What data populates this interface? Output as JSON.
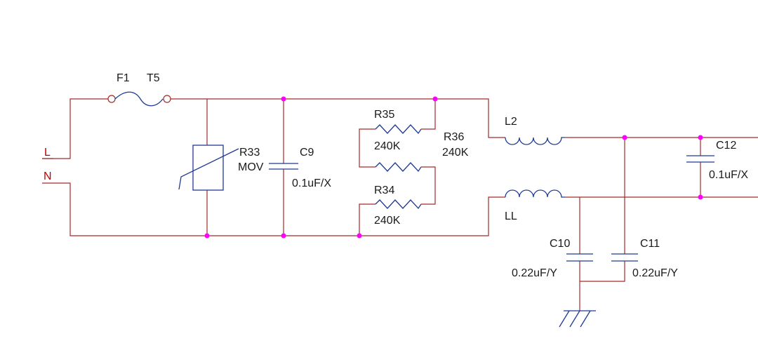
{
  "terminals": {
    "line": "L",
    "neutral": "N"
  },
  "fuse": {
    "ref": "F1",
    "value": "T5"
  },
  "varistor": {
    "ref": "R33",
    "value": "MOV"
  },
  "cap_c9": {
    "ref": "C9",
    "value": "0.1uF/X"
  },
  "res_r35": {
    "ref": "R35",
    "value": "240K"
  },
  "res_r36": {
    "ref": "R36",
    "value": "240K"
  },
  "res_r34": {
    "ref": "R34",
    "value": "240K"
  },
  "inductor_l2": {
    "ref": "L2"
  },
  "inductor_ll": {
    "ref": "LL"
  },
  "cap_c12": {
    "ref": "C12",
    "value": "0.1uF/X"
  },
  "cap_c10": {
    "ref": "C10",
    "value": "0.22uF/Y"
  },
  "cap_c11": {
    "ref": "C11",
    "value": "0.22uF/Y"
  },
  "colors": {
    "wire": "#a52a2a",
    "component": "#1f3a93",
    "junction": "#ff00ff",
    "terminal_text": "#c00000"
  }
}
